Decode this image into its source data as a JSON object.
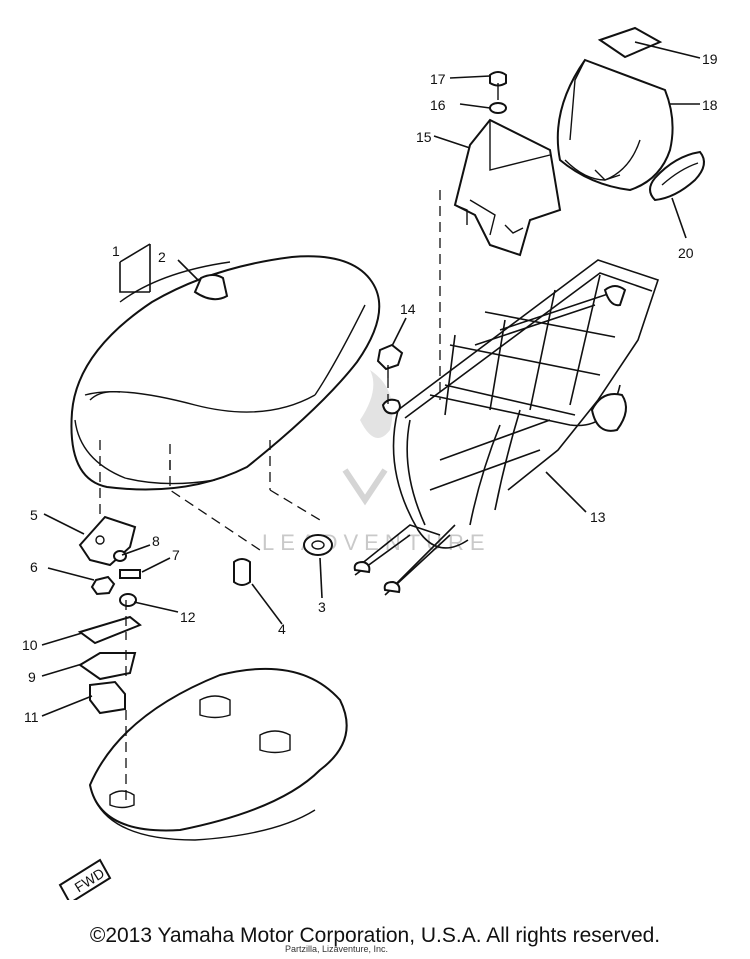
{
  "diagram": {
    "callouts": [
      "1",
      "2",
      "3",
      "4",
      "5",
      "6",
      "7",
      "8",
      "9",
      "10",
      "11",
      "12",
      "13",
      "14",
      "15",
      "16",
      "17",
      "18",
      "19",
      "20"
    ],
    "fwd_tag": "FWD",
    "watermark": "LEADVENTURE"
  },
  "footer": {
    "copyright": "©2013 Yamaha Motor Corporation, U.S.A. All rights reserved.",
    "small_print": "Partzilla, Lizaventure, Inc."
  }
}
